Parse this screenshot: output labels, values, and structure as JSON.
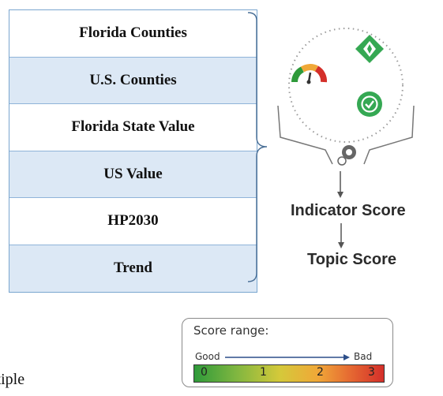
{
  "table": {
    "rows": [
      {
        "label": "Florida Counties",
        "shaded": false
      },
      {
        "label": "U.S. Counties",
        "shaded": true
      },
      {
        "label": "Florida State Value",
        "shaded": false
      },
      {
        "label": "US Value",
        "shaded": true
      },
      {
        "label": "HP2030",
        "shaded": false
      },
      {
        "label": "Trend",
        "shaded": true
      }
    ]
  },
  "flow": {
    "indicator_score": "Indicator Score",
    "topic_score": "Topic Score"
  },
  "partial_text": "ultiple",
  "legend": {
    "title": "Score range:",
    "good": "Good",
    "bad": "Bad",
    "ticks": [
      "0",
      "1",
      "2",
      "3"
    ]
  },
  "colors": {
    "table_border": "#7aa6cf",
    "shaded_row": "#dce8f5",
    "gauge": [
      "#2e9a3a",
      "#f0a838",
      "#d42f2a"
    ],
    "diamond": "#35a853",
    "check_circle": "#35a853"
  },
  "icons": [
    "gauge-icon",
    "diamond-arrows-icon",
    "check-circle-icon",
    "gear-icon"
  ]
}
